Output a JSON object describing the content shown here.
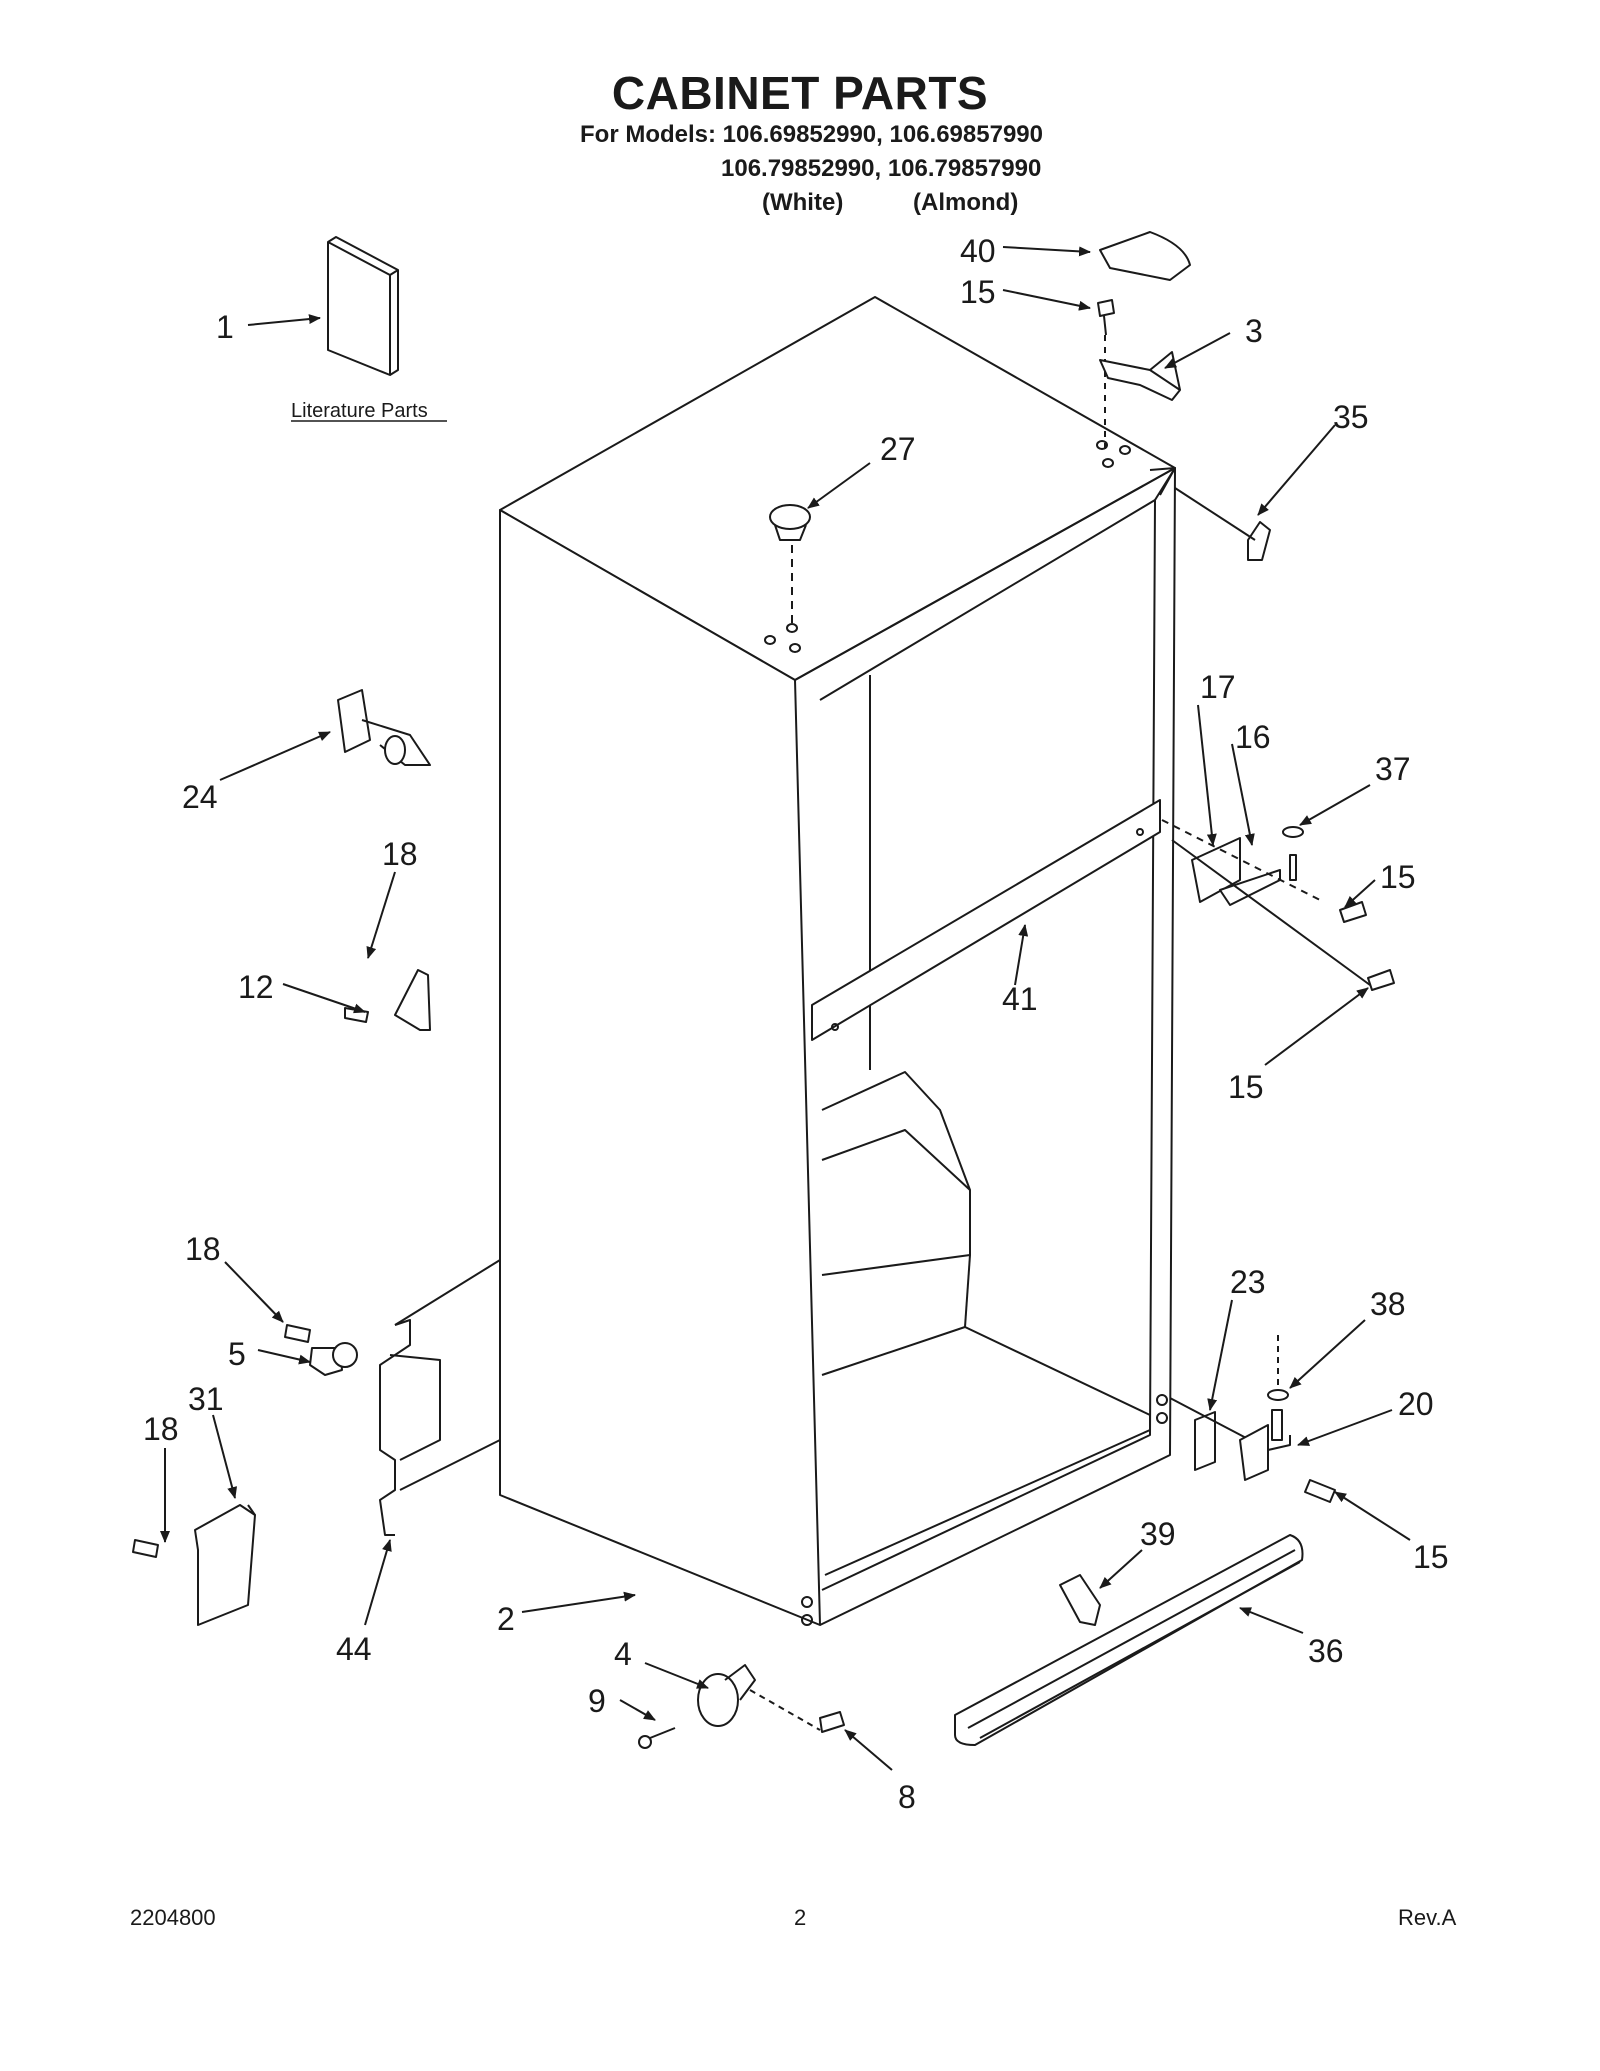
{
  "header": {
    "title": "CABINET PARTS",
    "models_line1": "For Models: 106.69852990, 106.69857990",
    "models_line2": "106.79852990, 106.79857990",
    "color_white": "(White)",
    "color_almond": "(Almond)"
  },
  "literature_label": "Literature Parts",
  "callouts": [
    "1",
    "40",
    "15",
    "3",
    "35",
    "27",
    "24",
    "18",
    "12",
    "17",
    "16",
    "37",
    "15",
    "41",
    "15",
    "18",
    "5",
    "31",
    "18",
    "44",
    "23",
    "38",
    "20",
    "15",
    "39",
    "2",
    "4",
    "9",
    "8",
    "36"
  ],
  "footer": {
    "doc_number": "2204800",
    "page_number": "2",
    "revision": "Rev.A"
  }
}
